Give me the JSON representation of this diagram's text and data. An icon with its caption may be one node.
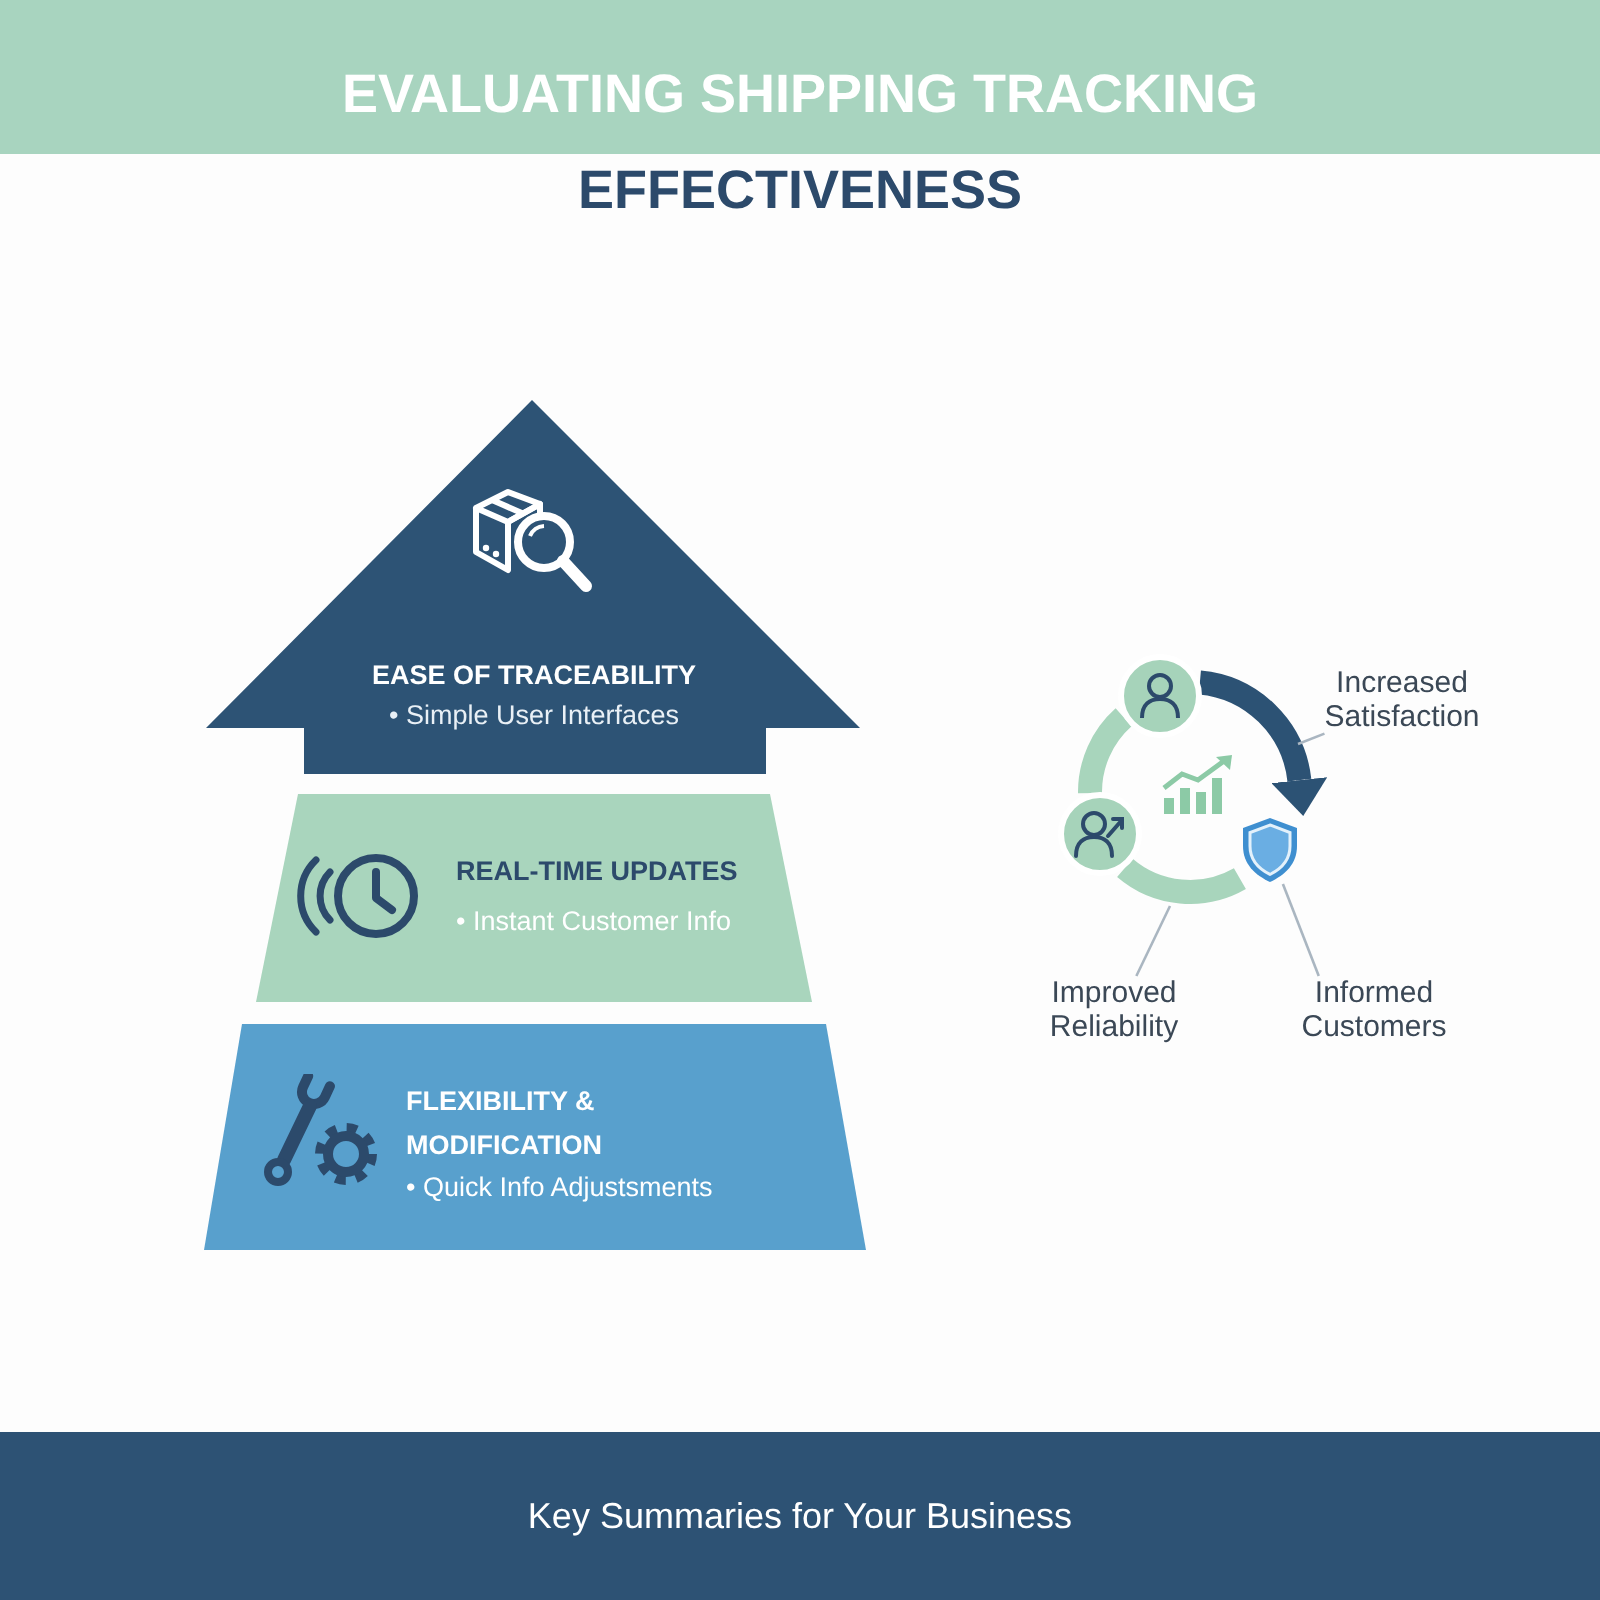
{
  "diagram": {
    "title": "EVALUATING SHIPPING TRACKING EFFECTIVENESS",
    "caption": "Key Summaries for Your Business",
    "nodes": [
      {
        "text": [
          "EASE OF TRACEABILITY",
          "• Simple User Interfaces"
        ]
      },
      {
        "text": [
          "REAL-TIME UPDATES",
          "• Instant Customer Info"
        ]
      },
      {
        "text": [
          "FLEXIBILITY & MODIFICATION",
          "• Quick Info Adjustsments"
        ]
      },
      {
        "text": [],
        "shape": "circle"
      },
      {
        "text": [],
        "shape": "circle"
      },
      {
        "text": [],
        "shape": "shield"
      },
      {
        "text": [
          "Increased Satisfaction"
        ]
      },
      {
        "text": [
          "Improved Reliability"
        ]
      },
      {
        "text": [
          "Informed Customers"
        ]
      }
    ],
    "edges": [
      {
        "from": 3,
        "to": 5,
        "arrow": "to",
        "style": "thick",
        "color": "#2c5274"
      },
      {
        "from": 3,
        "to": 4,
        "arrow": "none",
        "style": "thick",
        "color": "#a8d5bc"
      },
      {
        "from": 4,
        "to": 5,
        "arrow": "none",
        "style": "thick",
        "color": "#a8d5bc"
      },
      {
        "from": 6,
        "to": null,
        "arrow": "none"
      },
      {
        "from": 7,
        "to": null,
        "arrow": "none"
      },
      {
        "from": 8,
        "to": 5,
        "arrow": "none"
      }
    ]
  }
}
